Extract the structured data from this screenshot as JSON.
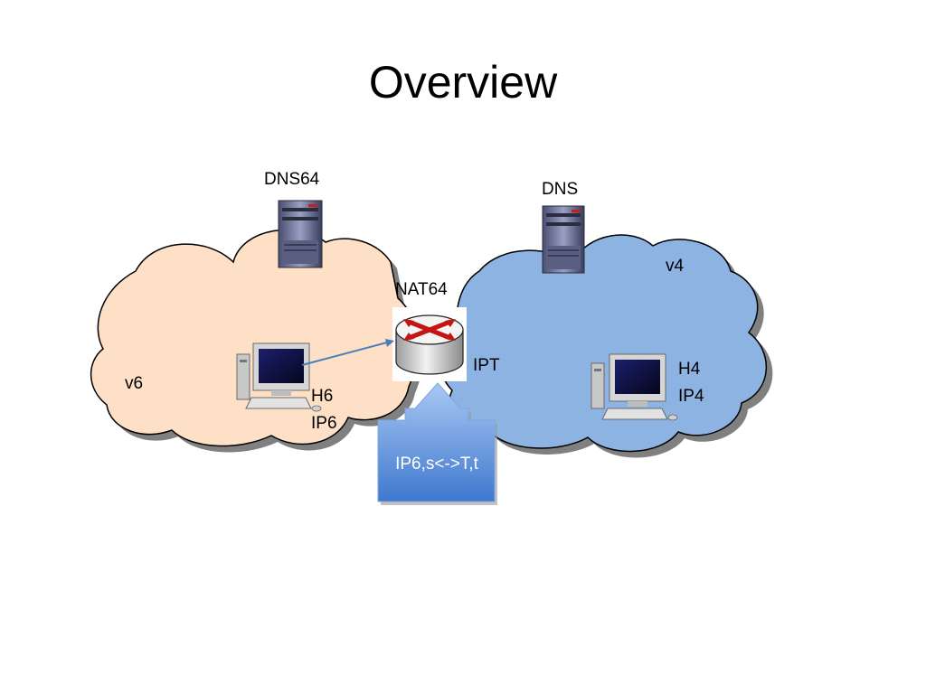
{
  "slide": {
    "title": "Overview"
  },
  "nodes": {
    "dns64_server": {
      "label": "DNS64",
      "icon": "server-icon"
    },
    "dns_server": {
      "label": "DNS",
      "icon": "server-icon"
    },
    "nat64_router": {
      "label": "NAT64",
      "icon": "router-icon",
      "address_label": "IPT"
    },
    "host_v6": {
      "name": "H6",
      "address": "IP6",
      "icon": "desktop-computer-icon"
    },
    "host_v4": {
      "name": "H4",
      "address": "IP4",
      "icon": "desktop-computer-icon"
    }
  },
  "networks": {
    "v6_cloud": {
      "label": "v6",
      "color": "#fde0c5"
    },
    "v4_cloud": {
      "label": "v4",
      "color": "#8db3e2"
    }
  },
  "callout": {
    "text": "IP6,s<->T,t",
    "color_top": "#a9c8f3",
    "color_bottom": "#3f78cf"
  },
  "connection": {
    "color": "#4a7ebb"
  }
}
